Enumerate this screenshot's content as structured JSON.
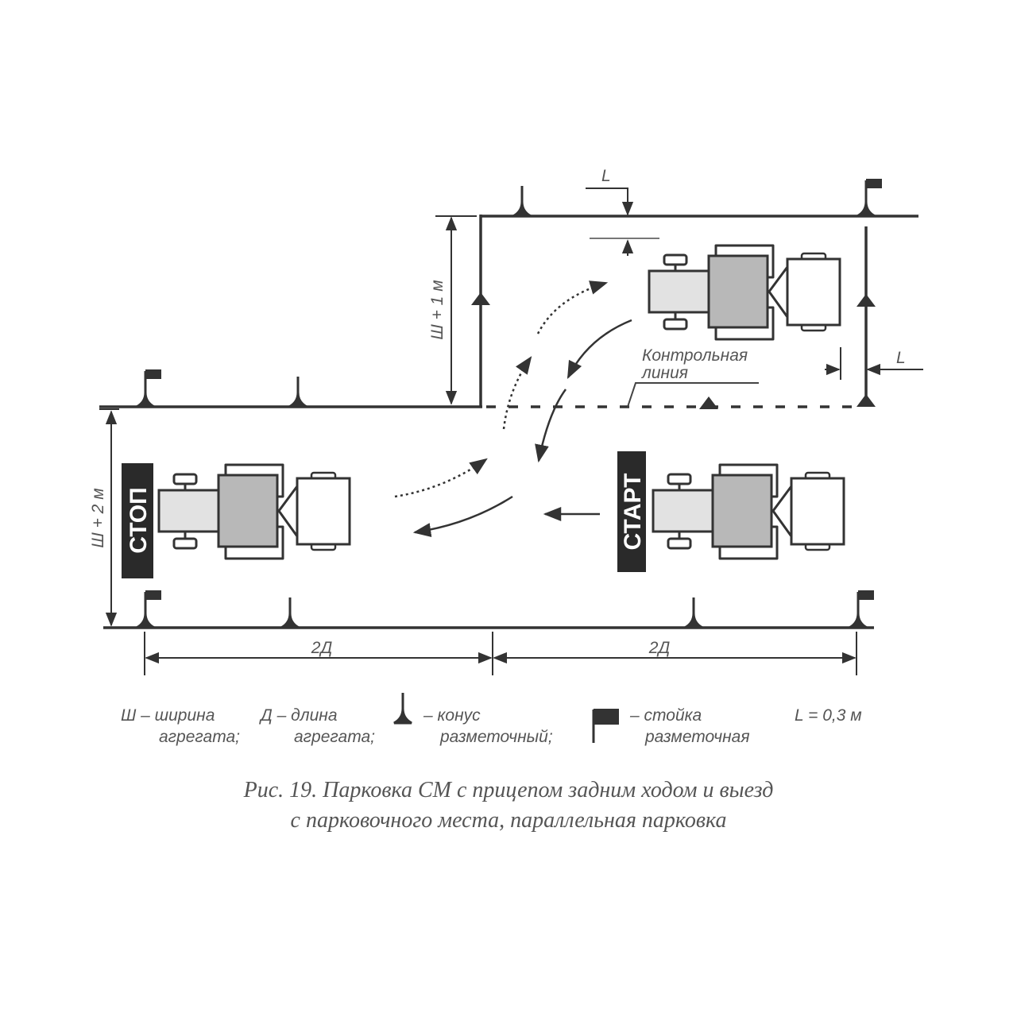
{
  "diagram": {
    "stop_sign": "СТОП",
    "start_sign": "СТАРТ",
    "control_line_label_1": "Контрольная",
    "control_line_label_2": "линия",
    "dim_width_plus_1": "Ш + 1 м",
    "dim_width_plus_2": "Ш + 2 м",
    "dim_length_left": "2Д",
    "dim_length_right": "2Д",
    "dim_L_top": "L",
    "dim_L_right": "L"
  },
  "legend": {
    "sh_1": "Ш – ширина",
    "sh_2": "агрегата;",
    "d_1": "Д – длина",
    "d_2": "агрегата;",
    "cone_1": "– конус",
    "cone_2": "разметочный;",
    "post_1": "– стойка",
    "post_2": "разметочная",
    "l_value": "L = 0,3 м"
  },
  "caption": {
    "line1": "Рис. 19. Парковка СМ с прицепом задним ходом и выезд",
    "line2": "с парковочного места, параллельная парковка"
  },
  "colors": {
    "line": "#333333",
    "hood": "#e2e2e2",
    "cab": "#b8b8b8",
    "sign": "#2a2a2a",
    "text": "#555555"
  }
}
